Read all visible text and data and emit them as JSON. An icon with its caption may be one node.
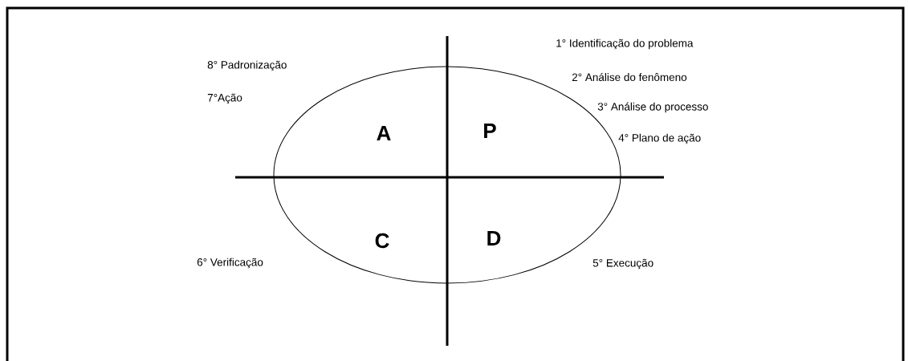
{
  "diagram": {
    "nodes": [
      {
        "text": [
          "A",
          "P",
          "C",
          "D"
        ]
      }
    ],
    "labels": [
      "1° Identificação do problema",
      "8° Padronização",
      "2° Análise do fenômeno",
      "7°Ação",
      "3° Análise do processo",
      "4° Plano de ação",
      "6° Verificação",
      "5° Execução"
    ]
  }
}
